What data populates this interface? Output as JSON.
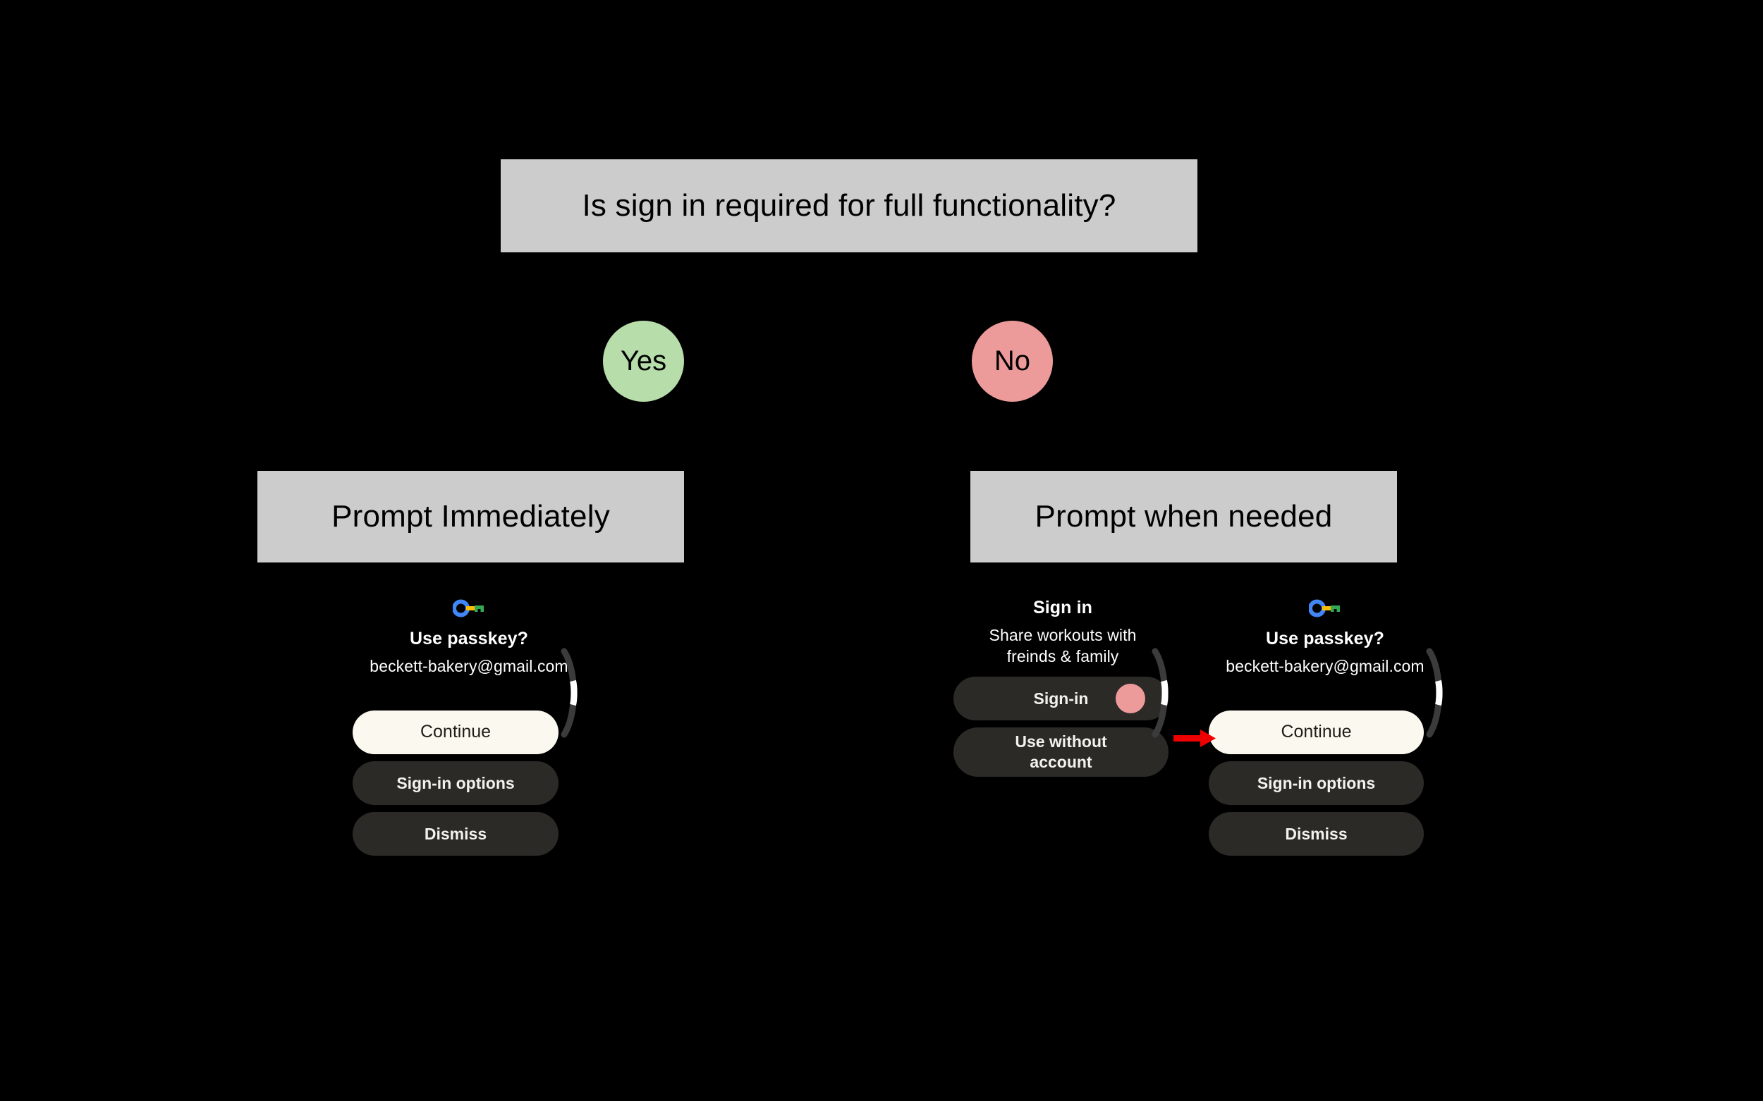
{
  "diagram": {
    "background_color": "#000000",
    "box_fill": "#cccccc",
    "question": "Is sign in required for full functionality?",
    "branches": [
      {
        "decision_label": "Yes",
        "decision_color": "#b7ddaa",
        "outcome": "Prompt Immediately"
      },
      {
        "decision_label": "No",
        "decision_color": "#ed9a9a",
        "outcome": "Prompt when needed"
      }
    ],
    "callout": {
      "icon": "red-arrow-icon",
      "color": "#ee0000",
      "points_to": "Continue"
    }
  },
  "screens": {
    "left_passkey": {
      "icon": "google-passkey-icon",
      "title": "Use passkey?",
      "subtitle": "beckett-bakery@gmail.com",
      "buttons": [
        {
          "label": "Continue",
          "style": "filled"
        },
        {
          "label": "Sign-in options",
          "style": "tonal"
        },
        {
          "label": "Dismiss",
          "style": "tonal"
        }
      ],
      "scroll_indicator": {
        "track_color": "#3b3b3b",
        "thumb_color": "#ffffff"
      }
    },
    "middle_signin": {
      "title": "Sign in",
      "subtitle": "Share workouts with freinds & family",
      "buttons": [
        {
          "label": "Sign-in",
          "style": "tonal",
          "dot_color": "#ed9a9a"
        },
        {
          "label": "Use without account",
          "style": "tonal"
        }
      ],
      "scroll_indicator": {
        "track_color": "#3b3b3b",
        "thumb_color": "#ffffff"
      }
    },
    "right_passkey": {
      "icon": "google-passkey-icon",
      "title": "Use passkey?",
      "subtitle": "beckett-bakery@gmail.com",
      "buttons": [
        {
          "label": "Continue",
          "style": "filled"
        },
        {
          "label": "Sign-in options",
          "style": "tonal"
        },
        {
          "label": "Dismiss",
          "style": "tonal"
        }
      ],
      "scroll_indicator": {
        "track_color": "#3b3b3b",
        "thumb_color": "#ffffff"
      }
    }
  },
  "passkey_icon_colors": {
    "ring": "#4285f4",
    "shaft": "#fbbc04",
    "teeth": "#34a853"
  }
}
